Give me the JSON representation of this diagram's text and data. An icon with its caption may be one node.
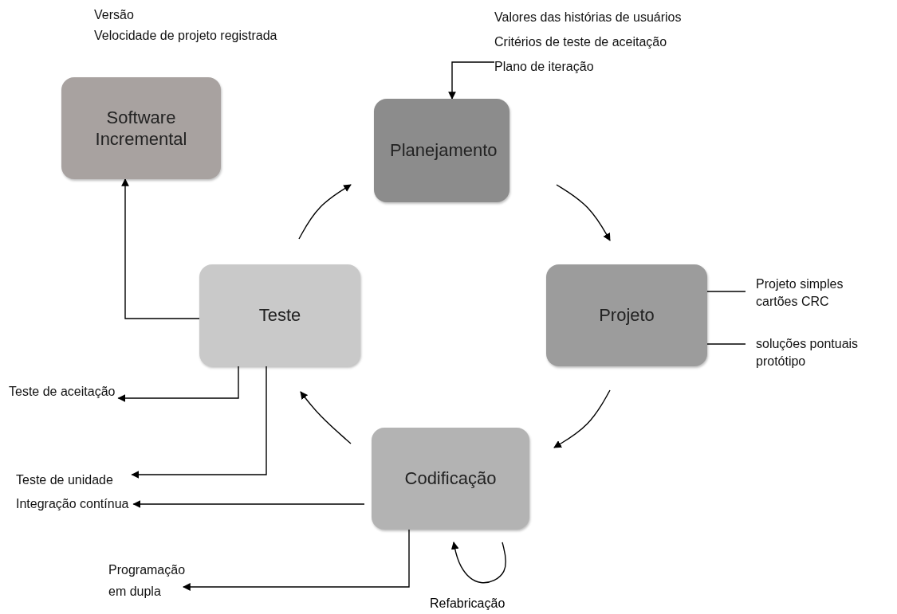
{
  "diagram": {
    "nodes": [
      {
        "text": [
          "Software Incremental"
        ],
        "beside": [
          "Versão",
          "Velocidade de projeto registrada"
        ]
      },
      {
        "text": [
          "Planejamento"
        ]
      },
      {
        "text": [
          "Projeto"
        ]
      },
      {
        "text": [
          "Teste"
        ]
      },
      {
        "text": [
          "Codificação"
        ]
      },
      {
        "text": [
          "Valores das histórias de usuários",
          "Critérios de teste de aceitação",
          "Plano de iteração"
        ]
      },
      {
        "text": [
          "Projeto simples",
          "cartões CRC"
        ]
      },
      {
        "text": [
          "soluções pontuais",
          "protótipo"
        ]
      },
      {
        "text": [
          "Teste de aceitação"
        ]
      },
      {
        "text": [
          "Teste de unidade",
          "Integração contínua"
        ]
      },
      {
        "text": [
          "Programação em dupla"
        ]
      }
    ],
    "edges": [
      {
        "from": 5,
        "to": 1,
        "arrow": "to"
      },
      {
        "from": 1,
        "to": 2,
        "arrow": "to"
      },
      {
        "from": 2,
        "to": 4,
        "arrow": "to"
      },
      {
        "from": 4,
        "to": 3,
        "arrow": "to"
      },
      {
        "from": 3,
        "to": 1,
        "arrow": "to"
      },
      {
        "from": 3,
        "to": 0,
        "arrow": "to"
      },
      {
        "from": 3,
        "to": 8,
        "arrow": "to"
      },
      {
        "from": 3,
        "to": 9,
        "arrow": "to"
      },
      {
        "from": 4,
        "to": 9,
        "arrow": "to"
      },
      {
        "from": 4,
        "to": 10,
        "arrow": "to"
      },
      {
        "from": 4,
        "to": 4,
        "arrow": "to",
        "label": "Refabricação"
      },
      {
        "from": 2,
        "to": 6,
        "arrow": "none"
      },
      {
        "from": 2,
        "to": 7,
        "arrow": "none"
      }
    ]
  }
}
